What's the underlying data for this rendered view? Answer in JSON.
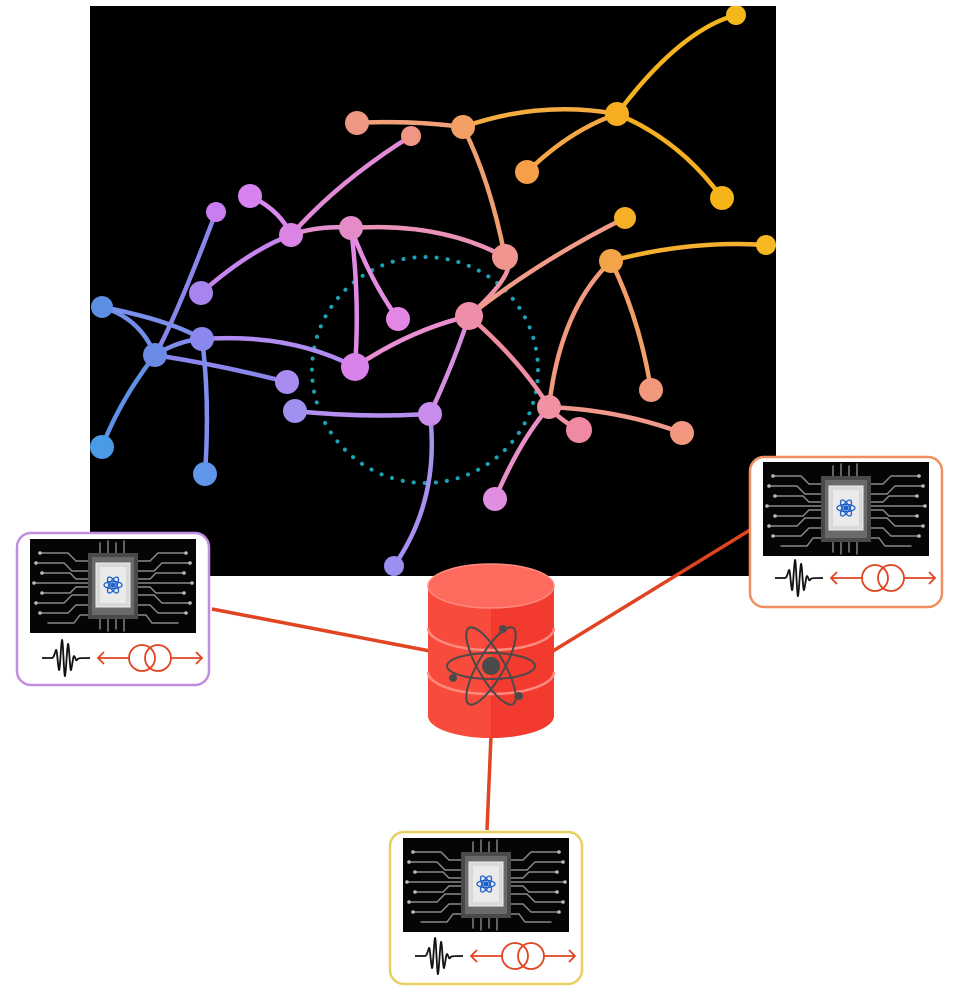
{
  "diagram": {
    "network_panel": {
      "background": "#000000",
      "highlight_ring_color": "#1aa3b5",
      "node_gradient": [
        "#4a90e2",
        "#9b7bf0",
        "#e08cf0",
        "#f08a9a",
        "#f5a15a",
        "#f3b21a"
      ]
    },
    "database": {
      "icon": "quantum-database-icon",
      "fill": "#ff3b30",
      "emblem": "atom-icon"
    },
    "link_color": "#e04420",
    "processors": [
      {
        "id": "left",
        "border_color": "#c08ee0",
        "chip_icon": "quantum-chip-icon",
        "pulse_icon": "waveform-icon",
        "link_icon": "entanglement-arrows-icon"
      },
      {
        "id": "right",
        "border_color": "#f09060",
        "chip_icon": "quantum-chip-icon",
        "pulse_icon": "waveform-icon",
        "link_icon": "entanglement-arrows-icon"
      },
      {
        "id": "bottom",
        "border_color": "#e8d060",
        "chip_icon": "quantum-chip-icon",
        "pulse_icon": "waveform-icon",
        "link_icon": "entanglement-arrows-icon"
      }
    ]
  }
}
